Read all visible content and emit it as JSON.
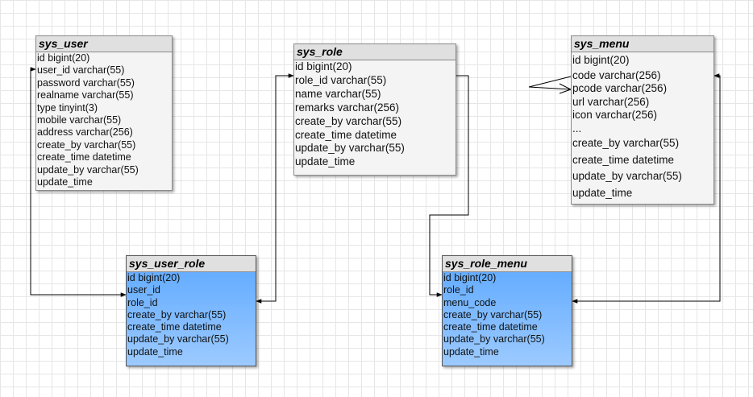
{
  "entities": {
    "sys_user": {
      "title": "sys_user",
      "fields": [
        "id bigint(20)",
        "user_id varchar(55)",
        "password varchar(55)",
        "realname  varchar(55)",
        "type  tinyint(3)",
        "mobile varchar(55)",
        "address varchar(256)",
        "create_by varchar(55)",
        "create_time datetime",
        "update_by varchar(55)",
        "update_time"
      ]
    },
    "sys_role": {
      "title": "sys_role",
      "fields": [
        "id bigint(20)",
        "role_id varchar(55)",
        "name varchar(55)",
        "remarks varchar(256)",
        "create_by varchar(55)",
        "create_time datetime",
        "update_by varchar(55)",
        "update_time"
      ]
    },
    "sys_menu": {
      "title": "sys_menu",
      "fields": [
        "id bigint(20)",
        "code varchar(256)",
        "pcode varchar(256)",
        "url varchar(256)",
        "icon varchar(256)",
        "...",
        "create_by varchar(55)",
        "create_time datetime",
        "update_by varchar(55)",
        "update_time"
      ]
    },
    "sys_user_role": {
      "title": "sys_user_role",
      "fields": [
        "id bigint(20)",
        "user_id",
        "role_id",
        "create_by varchar(55)",
        "create_time datetime",
        "update_by varchar(55)",
        "update_time"
      ]
    },
    "sys_role_menu": {
      "title": "sys_role_menu",
      "fields": [
        "id bigint(20)",
        "role_id",
        "menu_code",
        "create_by varchar(55)",
        "create_time datetime",
        "update_by varchar(55)",
        "update_time"
      ]
    }
  },
  "colors": {
    "entity_fill": "#f4f4f4",
    "header_fill": "#e0e0e0",
    "link_table_top": "#5ca8ff",
    "link_table_bottom": "#9ccaff",
    "connector": "#000000"
  }
}
